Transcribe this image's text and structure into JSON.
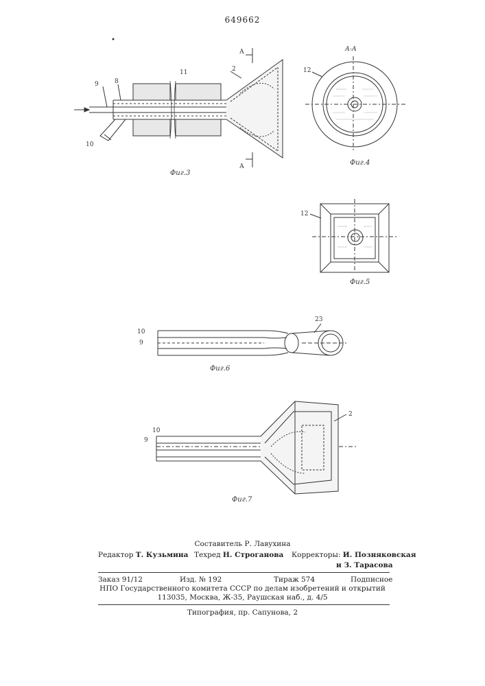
{
  "patent_number": "649662",
  "figures": {
    "fig3": {
      "caption": "Фиг.3",
      "labels": {
        "n9": "9",
        "n8": "8",
        "n10": "10",
        "n11": "11",
        "n2": "2",
        "sec_a_top": "А",
        "sec_a_bottom": "А"
      }
    },
    "fig4": {
      "caption": "Фиг.4",
      "section": "А-А",
      "label": "12"
    },
    "fig5": {
      "caption": "Фиг.5",
      "label": "12"
    },
    "fig6": {
      "caption": "Фиг.6",
      "labels": {
        "n10": "10",
        "n9": "9",
        "n23": "23"
      }
    },
    "fig7": {
      "caption": "Фиг.7",
      "labels": {
        "n10": "10",
        "n9": "9",
        "n2": "2"
      }
    }
  },
  "imprint": {
    "compiler": "Составитель Р. Лавухина",
    "editor_label": "Редактор",
    "editor_name": "Т. Кузьмина",
    "techred_label": "Техред",
    "techred_name": "Н. Строганова",
    "correctors_label": "Корректоры:",
    "corrector1": "И. Позняковская",
    "corrector2": "и З. Тарасова",
    "order": "Заказ 91/12",
    "edition": "Изд. № 192",
    "print_run": "Тираж 574",
    "subscription": "Подписное",
    "org": "НПО Государственного комитета СССР по делам изобретений и открытий",
    "address": "113035, Москва, Ж-35, Раушская наб., д. 4/5",
    "typography": "Типография, пр. Сапунова, 2"
  }
}
